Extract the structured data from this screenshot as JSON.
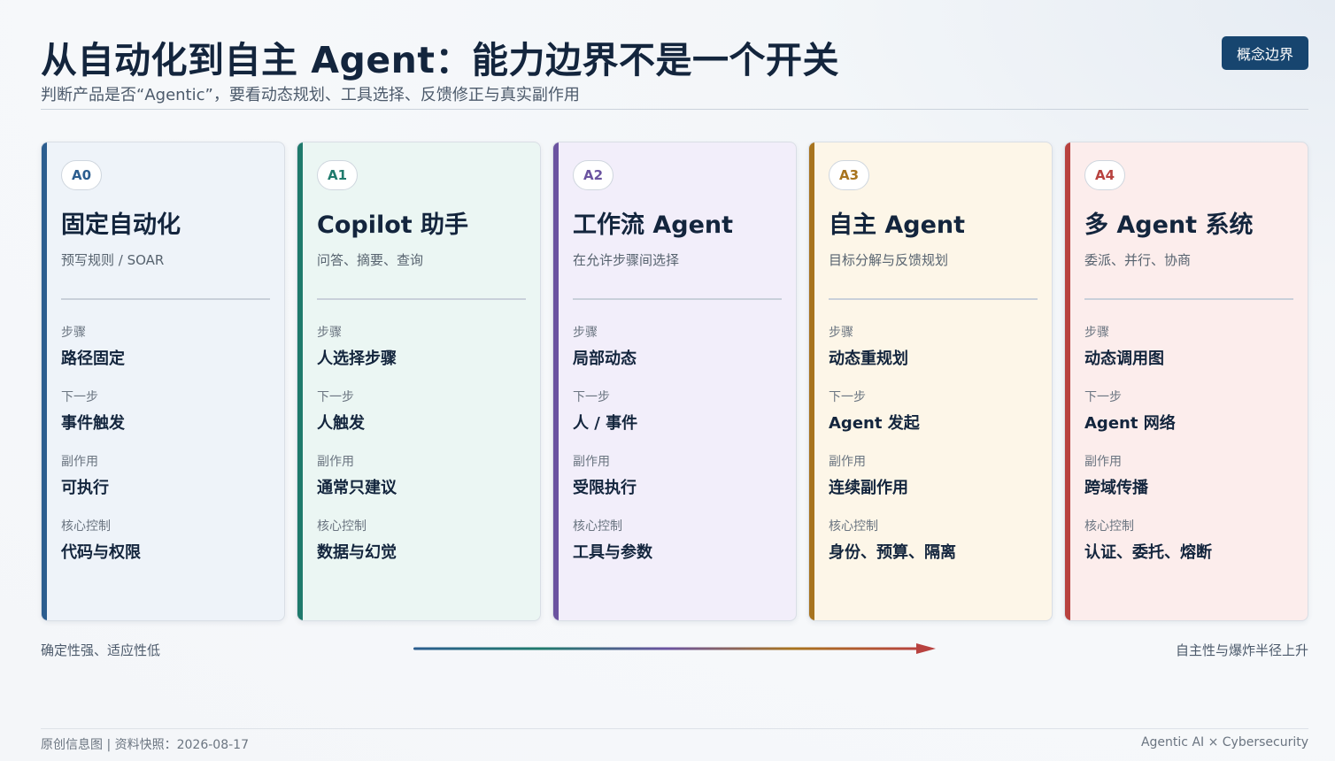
{
  "header": {
    "title": "从自动化到自主 Agent：能力边界不是一个开关",
    "subtitle": "判断产品是否“Agentic”，要看动态规划、工具选择、反馈修正与真实副作用",
    "tag": "概念边界"
  },
  "cards": [
    {
      "badge": "A0",
      "title": "固定自动化",
      "subtitle": "预写规则 / SOAR",
      "accent": "#2b5d8f",
      "bg": "#eef3f9",
      "fields": [
        {
          "label": "步骤",
          "value": "路径固定"
        },
        {
          "label": "下一步",
          "value": "事件触发"
        },
        {
          "label": "副作用",
          "value": "可执行"
        },
        {
          "label": "核心控制",
          "value": "代码与权限"
        }
      ]
    },
    {
      "badge": "A1",
      "title": "Copilot 助手",
      "subtitle": "问答、摘要、查询",
      "accent": "#1f7a6c",
      "bg": "#ebf6f3",
      "fields": [
        {
          "label": "步骤",
          "value": "人选择步骤"
        },
        {
          "label": "下一步",
          "value": "人触发"
        },
        {
          "label": "副作用",
          "value": "通常只建议"
        },
        {
          "label": "核心控制",
          "value": "数据与幻觉"
        }
      ]
    },
    {
      "badge": "A2",
      "title": "工作流 Agent",
      "subtitle": "在允许步骤间选择",
      "accent": "#6b53a0",
      "bg": "#f2eefa",
      "fields": [
        {
          "label": "步骤",
          "value": "局部动态"
        },
        {
          "label": "下一步",
          "value": "人 / 事件"
        },
        {
          "label": "副作用",
          "value": "受限执行"
        },
        {
          "label": "核心控制",
          "value": "工具与参数"
        }
      ]
    },
    {
      "badge": "A3",
      "title": "自主 Agent",
      "subtitle": "目标分解与反馈规划",
      "accent": "#a8741e",
      "bg": "#fdf6e8",
      "fields": [
        {
          "label": "步骤",
          "value": "动态重规划"
        },
        {
          "label": "下一步",
          "value": "Agent 发起"
        },
        {
          "label": "副作用",
          "value": "连续副作用"
        },
        {
          "label": "核心控制",
          "value": "身份、预算、隔离"
        }
      ]
    },
    {
      "badge": "A4",
      "title": "多 Agent 系统",
      "subtitle": "委派、并行、协商",
      "accent": "#b8423f",
      "bg": "#fcedec",
      "fields": [
        {
          "label": "步骤",
          "value": "动态调用图"
        },
        {
          "label": "下一步",
          "value": "Agent 网络"
        },
        {
          "label": "副作用",
          "value": "跨域传播"
        },
        {
          "label": "核心控制",
          "value": "认证、委托、熔断"
        }
      ]
    }
  ],
  "axis": {
    "left_label": "确定性强、适应性低",
    "right_label": "自主性与爆炸半径上升",
    "gradient_colors": [
      "#2b5d8f",
      "#1f7a6c",
      "#6b53a0",
      "#a8741e",
      "#b8423f"
    ]
  },
  "footer": {
    "left": "原创信息图 | 资料快照：2026-08-17",
    "right": "Agentic AI × Cybersecurity"
  }
}
